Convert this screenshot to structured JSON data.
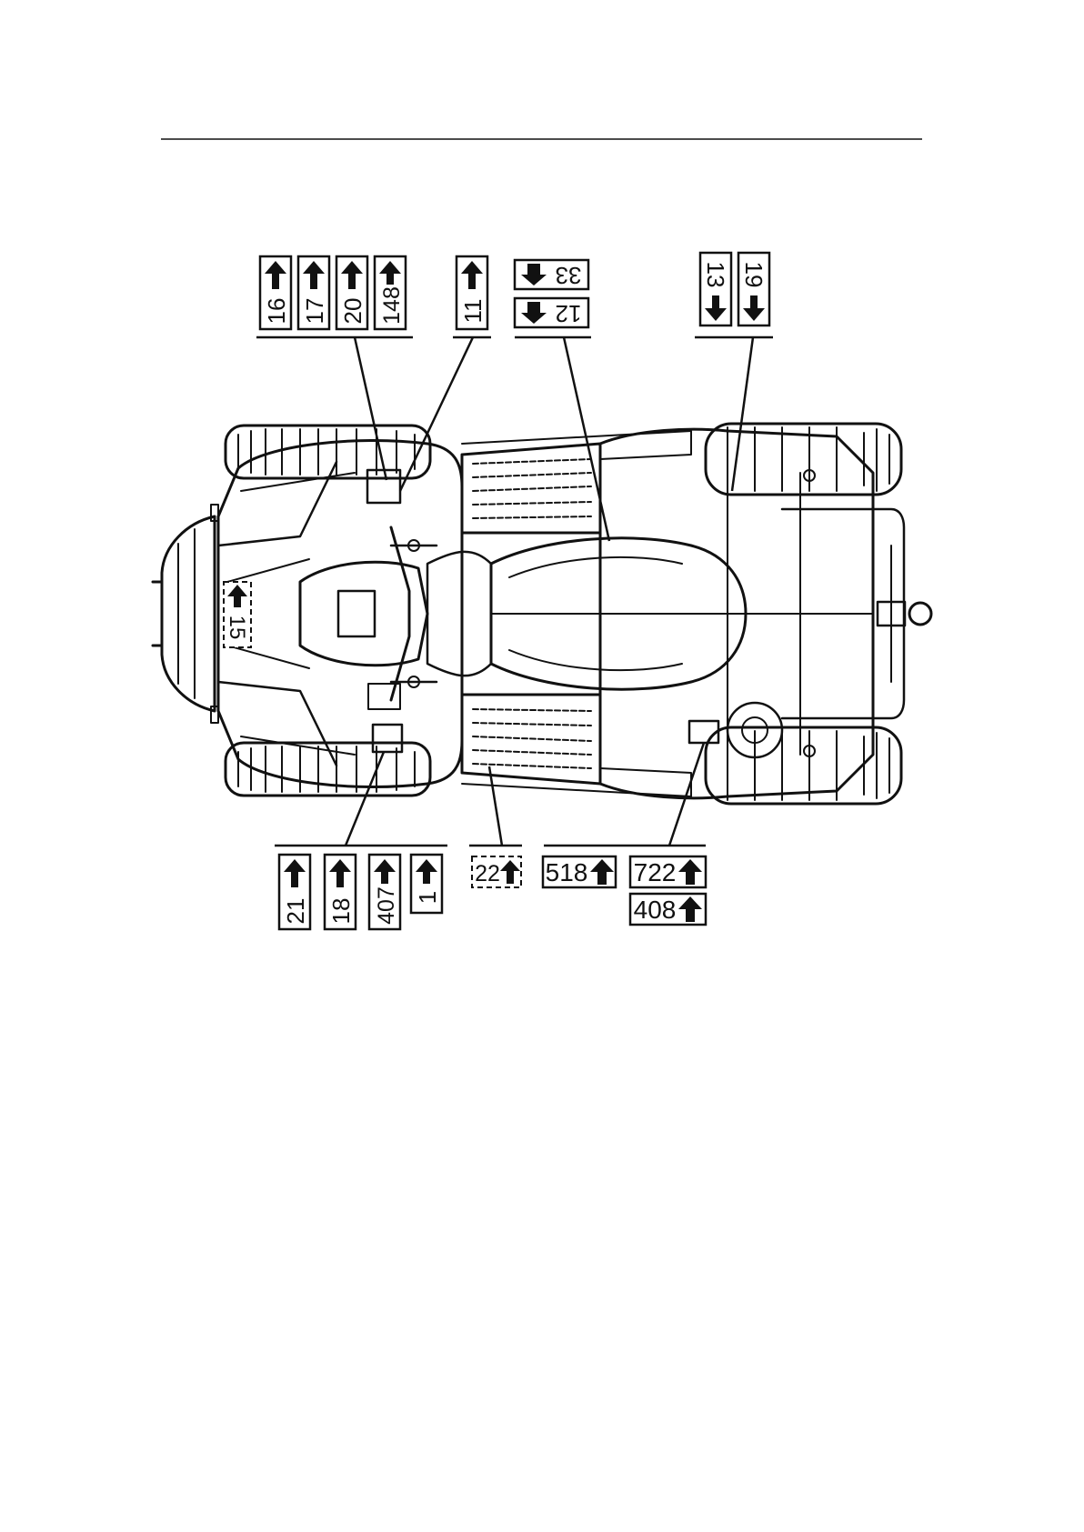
{
  "diagram": {
    "colors": {
      "ink": "#111111",
      "label_bg": "#ffffff",
      "page": "#ffffff"
    },
    "labels": {
      "l16": "16",
      "l17": "17",
      "l20": "20",
      "l148": "148",
      "l11": "11",
      "l33": "33",
      "l12": "12",
      "l13": "13",
      "l19": "19",
      "l15": "15",
      "l21": "21",
      "l18": "18",
      "l407": "407",
      "l1": "1",
      "l22": "22",
      "l518": "518",
      "l722": "722",
      "l408": "408"
    }
  }
}
